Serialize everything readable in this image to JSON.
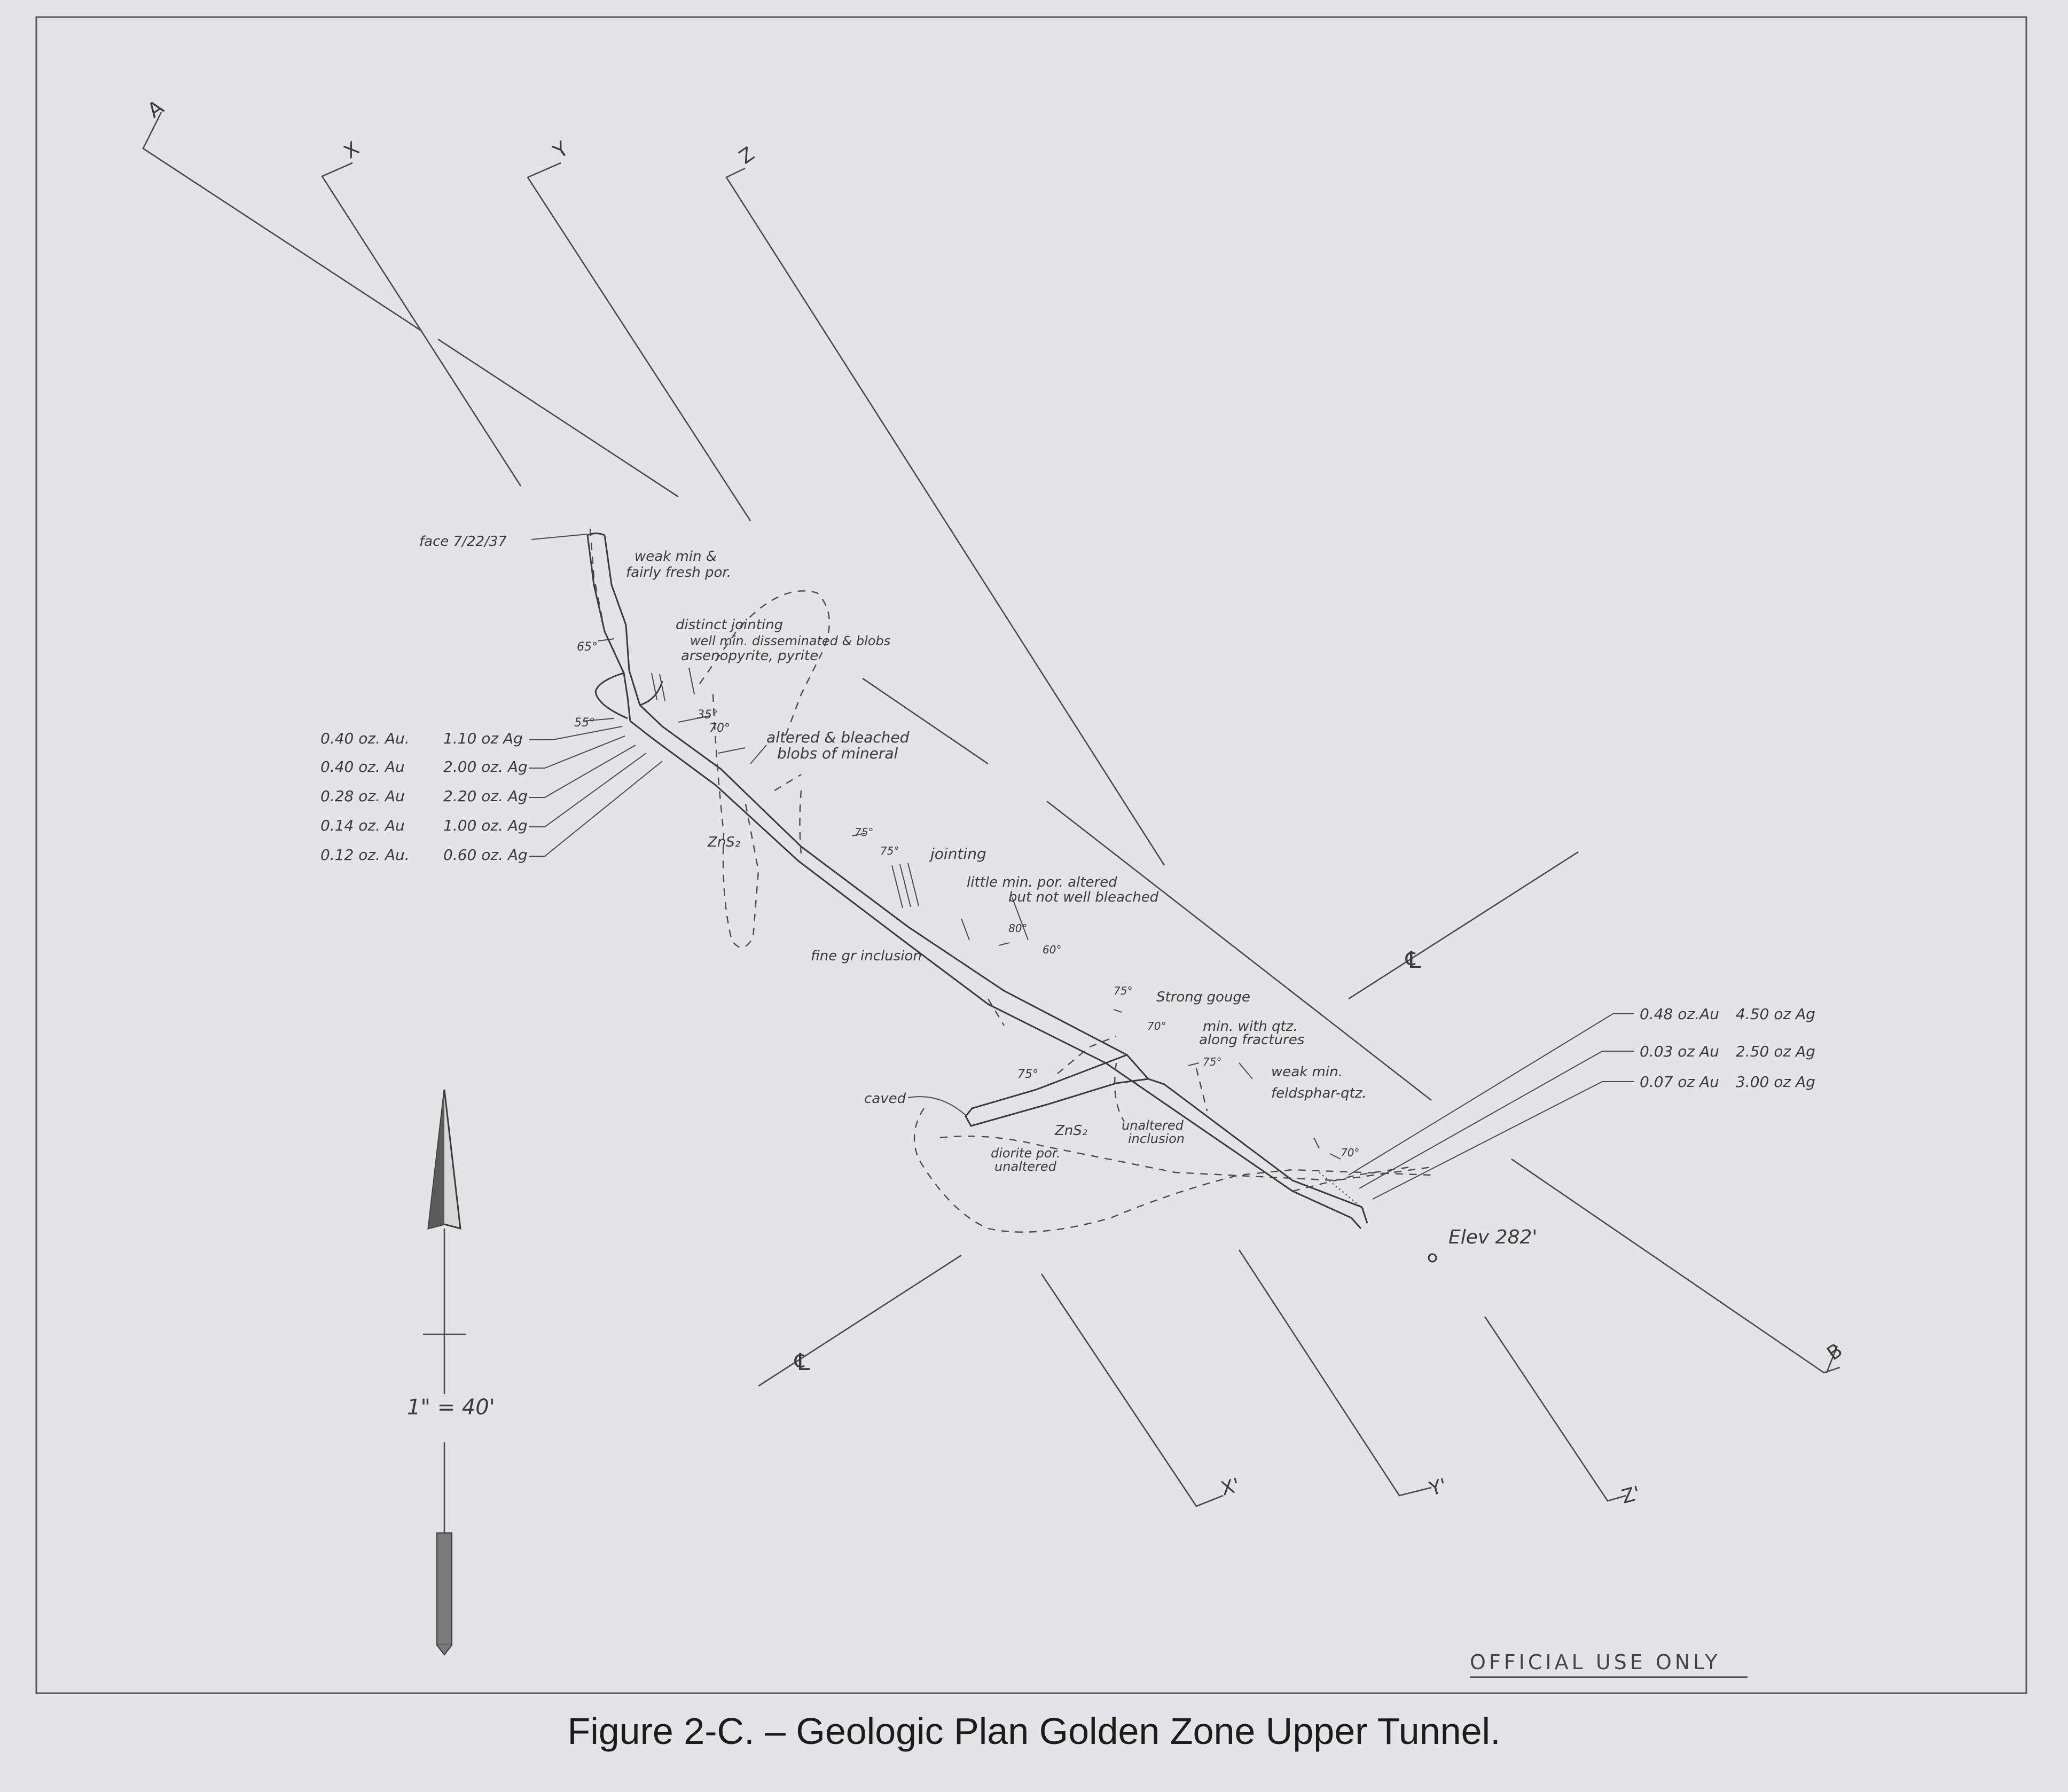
{
  "figure": {
    "caption": "Figure 2-C. – Geologic Plan Golden Zone Upper Tunnel.",
    "stamp": "OFFICIAL USE ONLY",
    "scale": "1\" = 40'",
    "elevation": "Elev 282'",
    "centerline_symbol": "℄"
  },
  "section_labels": {
    "A": "A",
    "X": "X",
    "Y": "Y",
    "Z": "Z",
    "B": "B",
    "X_prime": "X'",
    "Y_prime": "Y'",
    "Z_prime": "Z'"
  },
  "annotations": {
    "face": "face 7/22/37",
    "weak_min_1": "weak min &",
    "weak_min_2": "fairly fresh por.",
    "jointing_1": "distinct jointing",
    "jointing_2": "well min. disseminated & blobs",
    "jointing_3": "arsenopyrite, pyrite",
    "altered_1": "altered & bleached",
    "altered_2": "blobs of mineral",
    "zns_upper": "ZnS₂",
    "jointing": "jointing",
    "little_min_1": "little min. por. altered",
    "little_min_2": "but not well bleached",
    "fine_gr": "fine gr inclusion",
    "strong_gouge": "Strong gouge",
    "min_qtz_1": "min. with qtz.",
    "min_qtz_2": "along fractures",
    "weak_min_b1": "weak min.",
    "weak_min_b2": "feldsphar-qtz.",
    "caved": "caved",
    "zns_lower": "ZnS₂",
    "diorite_1": "diorite por.",
    "diorite_2": "unaltered",
    "unaltered_1": "unaltered",
    "unaltered_2": "inclusion"
  },
  "dips": {
    "d65": "65°",
    "d55": "55°",
    "d35": "35°",
    "d70a": "70°",
    "d75a": "75°",
    "d75b": "75°",
    "d80": "80°",
    "d60": "60°",
    "d75c": "75°",
    "d70b": "70°",
    "d75d": "75°",
    "d75e": "75°",
    "d70c": "70°"
  },
  "assays_left": [
    {
      "au": "0.40 oz. Au.",
      "ag": "1.10 oz Ag"
    },
    {
      "au": "0.40 oz. Au",
      "ag": "2.00 oz. Ag"
    },
    {
      "au": "0.28 oz. Au",
      "ag": "2.20 oz. Ag"
    },
    {
      "au": "0.14 oz. Au",
      "ag": "1.00 oz. Ag"
    },
    {
      "au": "0.12 oz. Au.",
      "ag": "0.60 oz. Ag"
    }
  ],
  "assays_right": [
    {
      "au": "0.48 oz.Au",
      "ag": "4.50 oz Ag"
    },
    {
      "au": "0.03 oz Au",
      "ag": "2.50 oz Ag"
    },
    {
      "au": "0.07 oz Au",
      "ag": "3.00 oz Ag"
    }
  ]
}
